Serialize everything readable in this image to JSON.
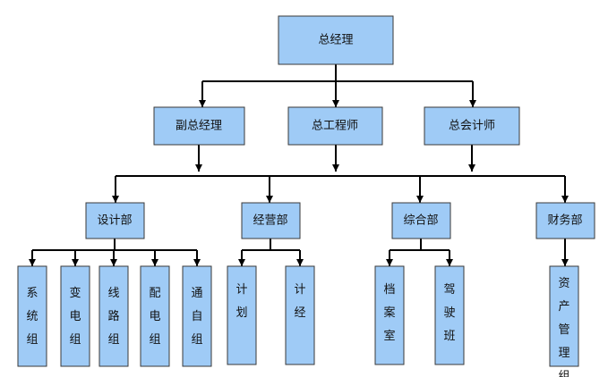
{
  "colors": {
    "node_fill": "#9fcbf6",
    "node_stroke": "#3a3a3a",
    "connector": "#000000"
  },
  "nodes": {
    "ceo": {
      "label": "总经理"
    },
    "vice_gm": {
      "label": "副总经理"
    },
    "chief_engineer": {
      "label": "总工程师"
    },
    "chief_accountant": {
      "label": "总会计师"
    },
    "design_dept": {
      "label": "设计部"
    },
    "operations_dept": {
      "label": "经营部"
    },
    "general_dept": {
      "label": "综合部"
    },
    "finance_dept": {
      "label": "财务部"
    },
    "system_group": {
      "label": "系统组"
    },
    "substation_group": {
      "label": "变电组"
    },
    "line_group": {
      "label": "线路组"
    },
    "distribution_group": {
      "label": "配电组"
    },
    "automation_group": {
      "label": "通自组"
    },
    "planning_team": {
      "label": "计划"
    },
    "economics_team": {
      "label": "计经"
    },
    "archives_room": {
      "label": "档案室"
    },
    "driving_team": {
      "label": "驾驶班"
    },
    "asset_management_group": {
      "label": "资产管理组"
    }
  }
}
